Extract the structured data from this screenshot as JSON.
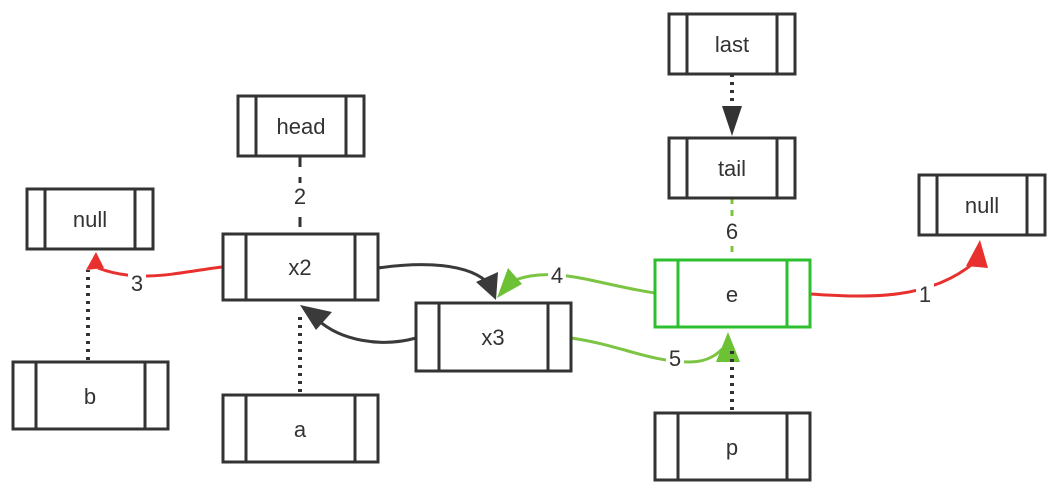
{
  "colors": {
    "box_stroke": "#333333",
    "highlight_green": "#2dbf2d",
    "green_edge": "#7cc443",
    "red_edge": "#e8312f",
    "dark_edge": "#3a3a3a"
  },
  "nodes": [
    {
      "id": "last",
      "label": "last"
    },
    {
      "id": "tail",
      "label": "tail"
    },
    {
      "id": "head",
      "label": "head"
    },
    {
      "id": "null-left",
      "label": "null"
    },
    {
      "id": "null-right",
      "label": "null"
    },
    {
      "id": "x2",
      "label": "x2"
    },
    {
      "id": "x3",
      "label": "x3"
    },
    {
      "id": "e",
      "label": "e",
      "highlight": true
    },
    {
      "id": "b",
      "label": "b"
    },
    {
      "id": "a",
      "label": "a"
    },
    {
      "id": "p",
      "label": "p"
    }
  ],
  "edges": [
    {
      "id": "e-to-null",
      "from": "e",
      "to": "null-right",
      "label": "1",
      "style": "red"
    },
    {
      "id": "head-x2",
      "from": "head",
      "to": "x2",
      "label": "2",
      "style": "dashed-dark"
    },
    {
      "id": "x2-to-null",
      "from": "x2",
      "to": "null-left",
      "label": "3",
      "style": "red"
    },
    {
      "id": "e-to-x3",
      "from": "e",
      "to": "x3",
      "label": "4",
      "style": "green"
    },
    {
      "id": "x3-to-e",
      "from": "x3",
      "to": "e",
      "label": "5",
      "style": "green"
    },
    {
      "id": "tail-e",
      "from": "tail",
      "to": "e",
      "label": "6",
      "style": "dashed-green"
    },
    {
      "id": "x2-to-x3",
      "from": "x2",
      "to": "x3",
      "label": "",
      "style": "dark"
    },
    {
      "id": "x3-to-x2",
      "from": "x3",
      "to": "x2",
      "label": "",
      "style": "dark"
    },
    {
      "id": "last-to-tail",
      "from": "last",
      "to": "tail",
      "label": "",
      "style": "dotted"
    },
    {
      "id": "b-to-null",
      "from": "b",
      "to": "null-left",
      "label": "",
      "style": "dotted"
    },
    {
      "id": "a-to-x2",
      "from": "a",
      "to": "x2",
      "label": "",
      "style": "dotted"
    },
    {
      "id": "p-to-e",
      "from": "p",
      "to": "e",
      "label": "",
      "style": "dotted"
    }
  ]
}
